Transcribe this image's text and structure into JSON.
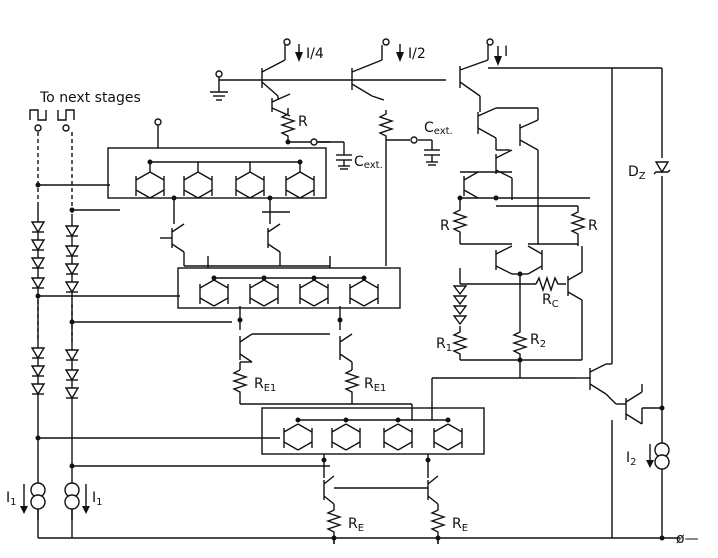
{
  "labels": {
    "next_stages": "To next stages",
    "top_current_1": "I/4",
    "top_current_2": "I/2",
    "top_current_3": "I",
    "r_top": "R",
    "c_ext_1": "C",
    "c_ext_1_sub": "ext.",
    "c_ext_2": "C",
    "c_ext_2_sub": "ext.",
    "dz": "D",
    "dz_sub": "Z",
    "r_left": "R",
    "r_right": "R",
    "rc": "R",
    "rc_sub": "C",
    "r1": "R",
    "r1_sub": "1",
    "r2": "R",
    "r2_sub": "2",
    "re1_left": "R",
    "re1_left_sub": "E1",
    "re1_right": "R",
    "re1_right_sub": "E1",
    "re_left": "R",
    "re_left_sub": "E",
    "re_right": "R",
    "re_right_sub": "E",
    "i1_left": "I",
    "i1_left_sub": "1",
    "i1_right": "I",
    "i1_right_sub": "1",
    "i2": "I",
    "i2_sub": "2",
    "neg_supply": "ø—"
  },
  "icons": {
    "terminal": "terminal-circle-icon",
    "ground": "ground-icon",
    "transistor": "npn-transistor-icon",
    "resistor": "resistor-icon",
    "capacitor": "capacitor-icon",
    "diode": "diode-icon",
    "zener": "zener-diode-icon",
    "current_source": "current-source-icon",
    "pulse": "pulse-waveform-icon"
  }
}
